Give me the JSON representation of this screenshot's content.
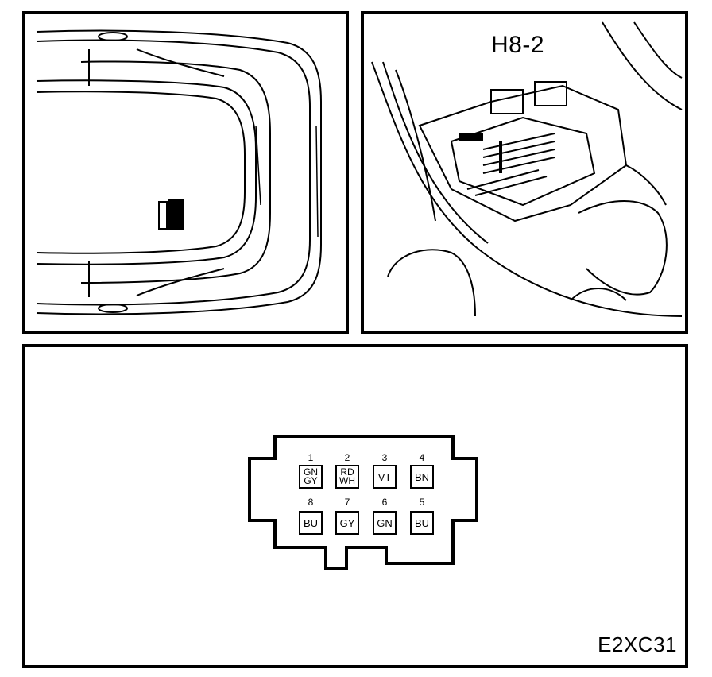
{
  "location_label": "H8-2",
  "figure_code": "E2XC31",
  "connector": {
    "top_row": [
      {
        "number": "1",
        "colors": [
          "GN",
          "GY"
        ]
      },
      {
        "number": "2",
        "colors": [
          "RD",
          "WH"
        ]
      },
      {
        "number": "3",
        "colors": [
          "VT"
        ]
      },
      {
        "number": "4",
        "colors": [
          "BN"
        ]
      }
    ],
    "bottom_row": [
      {
        "number": "8",
        "colors": [
          "BU"
        ]
      },
      {
        "number": "7",
        "colors": [
          "GY"
        ]
      },
      {
        "number": "6",
        "colors": [
          "GN"
        ]
      },
      {
        "number": "5",
        "colors": [
          "BU"
        ]
      }
    ]
  }
}
